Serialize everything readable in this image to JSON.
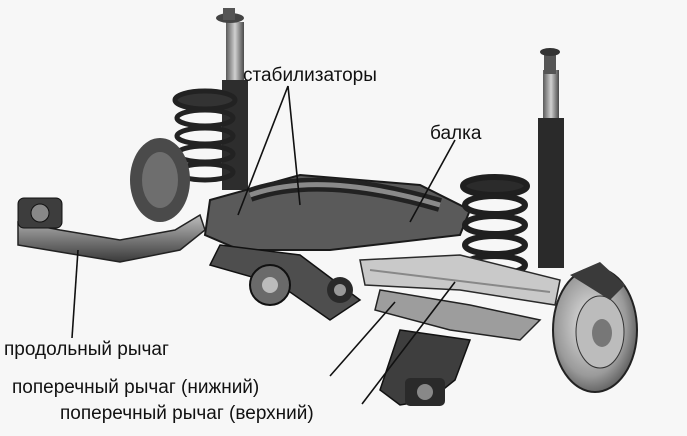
{
  "labels": {
    "stabilizers": "стабилизаторы",
    "beam": "балка",
    "trailing_arm": "продольный рычаг",
    "lower_transverse_arm": "поперечный рычаг (нижний)",
    "upper_transverse_arm": "поперечный рычаг (верхний)"
  }
}
